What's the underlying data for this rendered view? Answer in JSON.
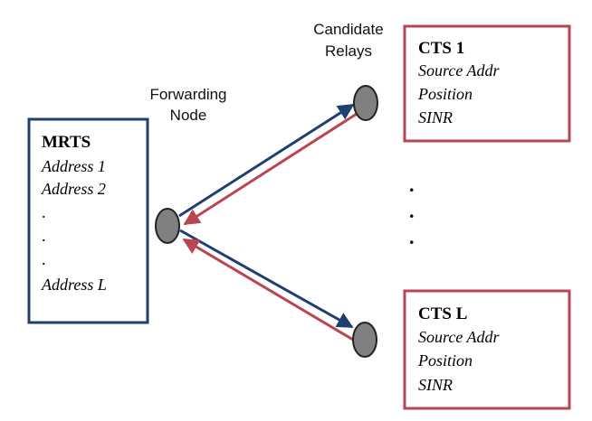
{
  "forwarding_node_label": [
    "Forwarding",
    "Node"
  ],
  "candidate_relays_label": [
    "Candidate",
    "Relays"
  ],
  "mrts_box": {
    "title": "MRTS",
    "lines": [
      "Address 1",
      "Address 2"
    ],
    "ellipsis": [
      ".",
      ".",
      "."
    ],
    "last_line": "Address L"
  },
  "cts_1_box": {
    "title": "CTS 1",
    "lines": [
      "Source Addr",
      "Position",
      "SINR"
    ]
  },
  "cts_l_box": {
    "title": "CTS L",
    "lines": [
      "Source Addr",
      "Position",
      "SINR"
    ]
  },
  "relay_ellipsis": [
    ".",
    ".",
    "."
  ],
  "colors": {
    "blue": "#1f3f73",
    "red": "#b8454f",
    "node": "#808080"
  }
}
